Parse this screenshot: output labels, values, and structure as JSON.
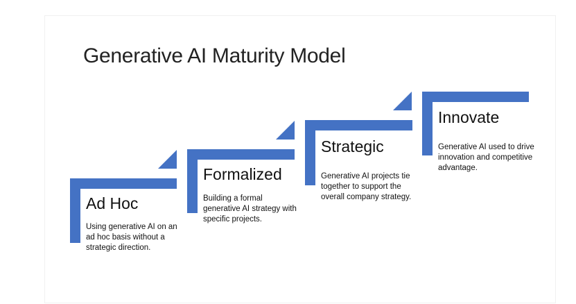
{
  "title": "Generative AI Maturity Model",
  "accent_color": "#4472c4",
  "steps": [
    {
      "title": "Ad Hoc",
      "description": "Using generative AI on an ad hoc basis without a strategic direction."
    },
    {
      "title": "Formalized",
      "description": "Building a formal generative AI strategy with specific projects."
    },
    {
      "title": "Strategic",
      "description": "Generative AI projects tie together to support the overall company strategy."
    },
    {
      "title": "Innovate",
      "description": "Generative AI used to drive innovation and competitive advantage."
    }
  ]
}
